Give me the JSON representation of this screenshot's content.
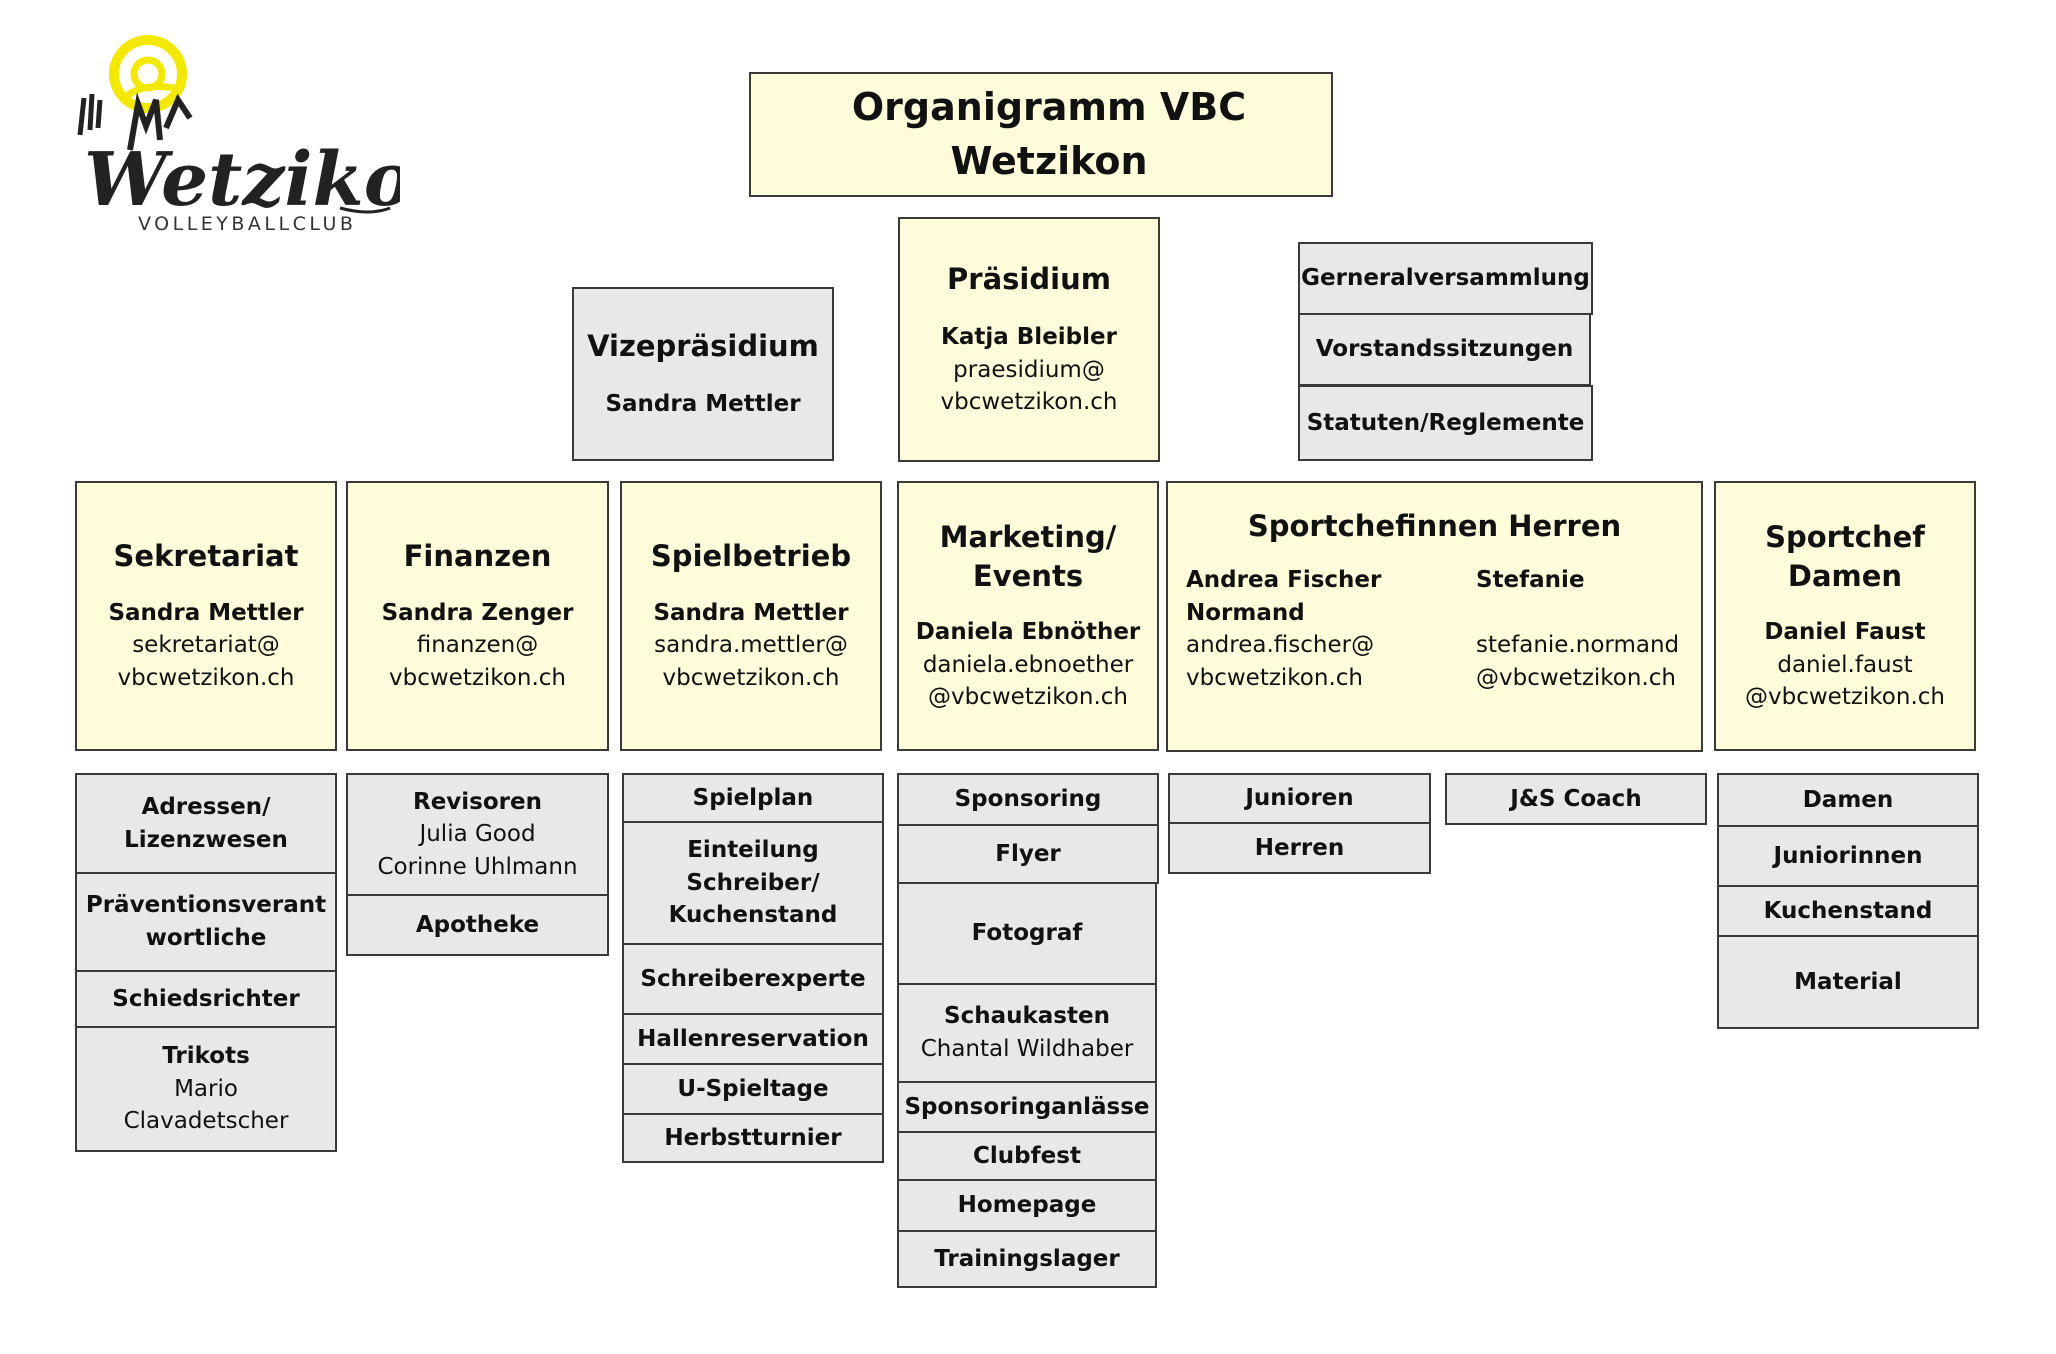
{
  "title": "Organigramm VBC Wetzikon",
  "logo": {
    "text_main": "Wetzikon",
    "text_sub": "VOLLEYBALLCLUB",
    "colors": {
      "ball": "#f3e900",
      "ink": "#222222"
    }
  },
  "colors": {
    "yellow_box": "#fffbdb",
    "grey_box": "#e8e8e8",
    "border": "#3a3a3a"
  },
  "praesidium": {
    "heading": "Präsidium",
    "name": "Katja Bleibler",
    "email1": "praesidium@",
    "email2": "vbcwetzikon.ch"
  },
  "vizepraesidium": {
    "heading": "Vizepräsidium",
    "name": "Sandra Mettler"
  },
  "vorstand": [
    "Gerneralversammlung",
    "Vorstandssitzungen",
    "Statuten/Reglemente"
  ],
  "sekretariat": {
    "heading": "Sekretariat",
    "name": "Sandra Mettler",
    "email1": "sekretariat@",
    "email2": "vbcwetzikon.ch",
    "items": [
      {
        "line1": "Adressen/",
        "line2": "Lizenzwesen"
      },
      {
        "line1": "Präventionsverant",
        "line2": "wortliche"
      },
      {
        "line1": "Schiedsrichter"
      },
      {
        "line1": "Trikots",
        "line2": "Mario",
        "line3": "Clavadetscher"
      }
    ]
  },
  "finanzen": {
    "heading": "Finanzen",
    "name": "Sandra Zenger",
    "email1": "finanzen@",
    "email2": "vbcwetzikon.ch",
    "items": [
      {
        "line1": "Revisoren",
        "line2": "Julia Good",
        "line3": "Corinne Uhlmann"
      },
      {
        "line1": "Apotheke"
      }
    ]
  },
  "spielbetrieb": {
    "heading": "Spielbetrieb",
    "name": "Sandra Mettler",
    "email1": "sandra.mettler@",
    "email2": "vbcwetzikon.ch",
    "items": [
      {
        "line1": "Spielplan"
      },
      {
        "line1": "Einteilung",
        "line2": "Schreiber/",
        "line3": "Kuchenstand"
      },
      {
        "line1": "Schreiberexperte"
      },
      {
        "line1": "Hallenreservation"
      },
      {
        "line1": "U-Spieltage"
      },
      {
        "line1": "Herbstturnier"
      }
    ]
  },
  "marketing": {
    "heading1": "Marketing/",
    "heading2": "Events",
    "name": "Daniela Ebnöther",
    "email1": "daniela.ebnoether",
    "email2": "@vbcwetzikon.ch",
    "items": [
      {
        "line1": "Sponsoring"
      },
      {
        "line1": "Flyer"
      },
      {
        "line1": "Fotograf"
      },
      {
        "line1": "Schaukasten",
        "line2": "Chantal Wildhaber"
      },
      {
        "line1": "Sponsoringanlässe"
      },
      {
        "line1": "Clubfest"
      },
      {
        "line1": "Homepage"
      },
      {
        "line1": "Trainingslager"
      }
    ]
  },
  "herren": {
    "heading": "Sportchefinnen Herren",
    "person1": {
      "name1": "Andrea Fischer",
      "name2": "Normand",
      "email1": "andrea.fischer@",
      "email2": "vbcwetzikon.ch"
    },
    "person2": {
      "name1": "Stefanie",
      "email1": "stefanie.normand",
      "email2": "@vbcwetzikon.ch"
    },
    "items_left": [
      "Junioren",
      "Herren"
    ],
    "items_right": [
      "J&S Coach"
    ]
  },
  "damen": {
    "heading1": "Sportchef",
    "heading2": "Damen",
    "name": "Daniel Faust",
    "email1": "daniel.faust",
    "email2": "@vbcwetzikon.ch",
    "items": [
      "Damen",
      "Juniorinnen",
      "Kuchenstand",
      "Material"
    ]
  }
}
